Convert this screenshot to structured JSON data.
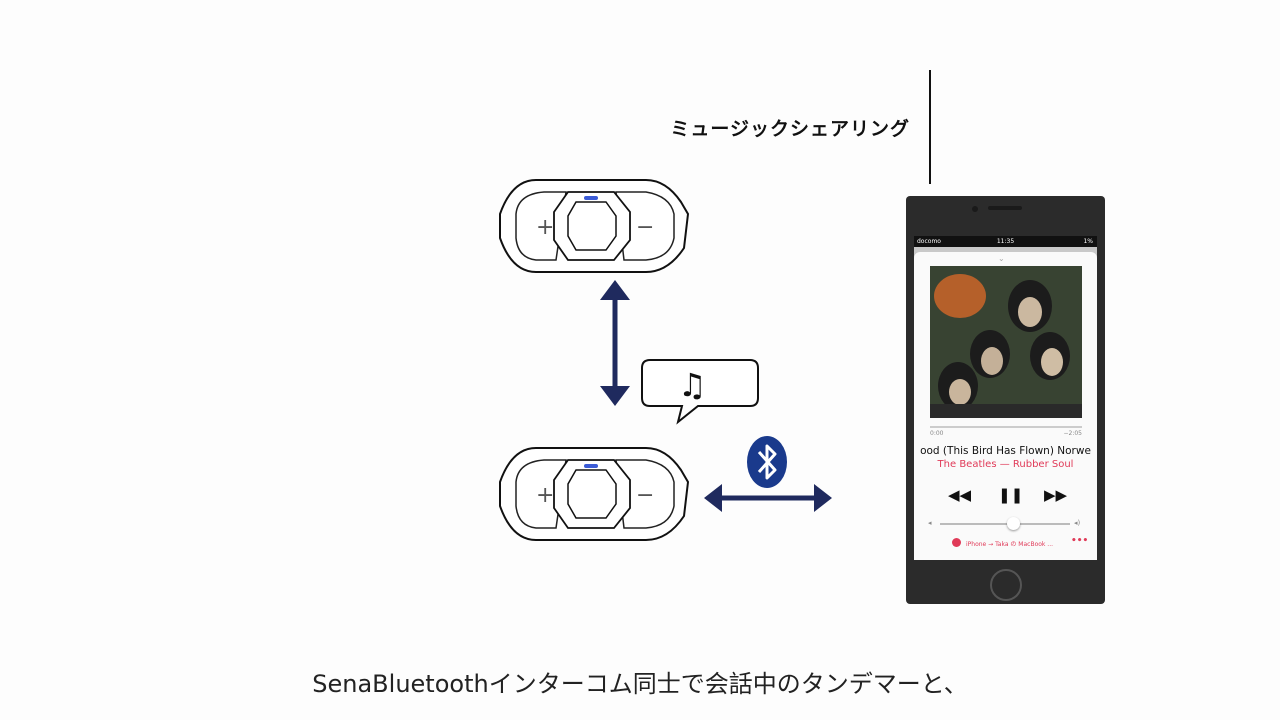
{
  "section_title": "ミュージックシェアリング",
  "caption": "SenaBluetoothインターコム同士で会話中のタンデマーと、",
  "music_note": "♫",
  "bluetooth_symbol": "ᛒ",
  "devices": {
    "top": {
      "plus": "+",
      "minus": "−"
    },
    "bottom": {
      "plus": "+",
      "minus": "−"
    }
  },
  "phone": {
    "status": {
      "carrier": "docomo",
      "time": "11:35",
      "battery": "1%"
    },
    "player": {
      "elapsed": "0:00",
      "remaining": "−2:05",
      "title": "ood (This Bird Has Flown)    Norwe",
      "artist": "The Beatles — Rubber Soul",
      "prev": "◀◀",
      "pause": "❚❚",
      "next": "▶▶",
      "volume_level": 0.56,
      "airplay": "iPhone → Taka の MacBook ...",
      "more": "•••"
    }
  },
  "colors": {
    "arrow": "#1f2a5e",
    "bluetooth": "#1a3a8c",
    "accent": "#e03a58"
  }
}
